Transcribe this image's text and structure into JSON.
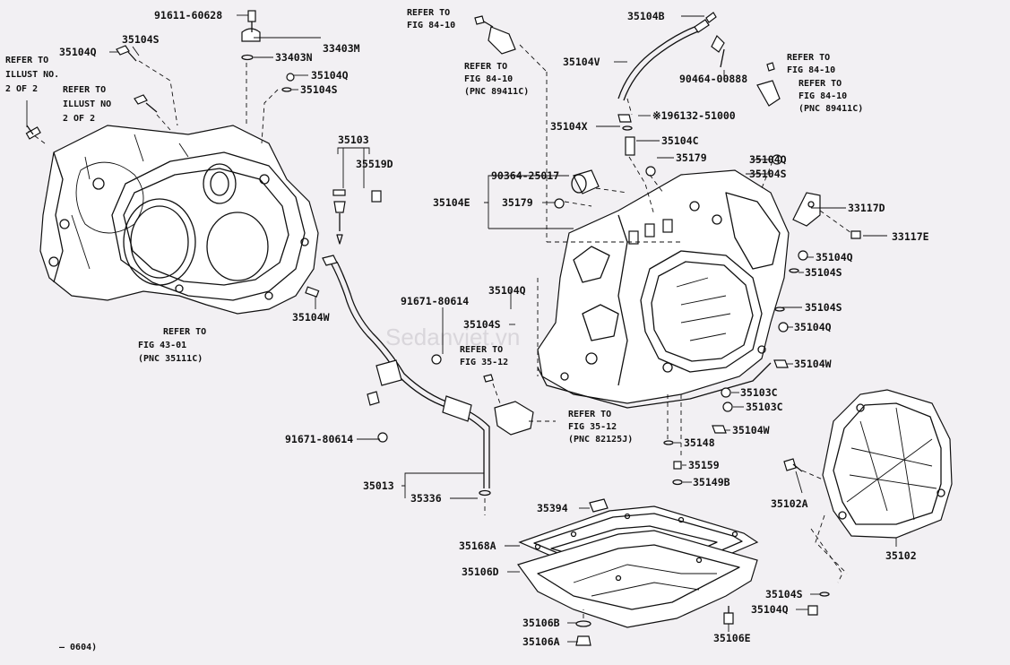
{
  "watermark": "Sedanviet.vn",
  "footer": "– 0604)",
  "labels": {
    "p91611_60628": "91611-60628",
    "p35104Q_a": "35104Q",
    "p35104S_a": "35104S",
    "p33403M": "33403M",
    "p33403N": "33403N",
    "p35104Q_b": "35104Q",
    "p35104S_b": "35104S",
    "p35103": "35103",
    "p35519D": "35519D",
    "p35104W_a": "35104W",
    "p91671_80614_a": "91671-80614",
    "p91671_80614_b": "91671-80614",
    "p35013": "35013",
    "p35336": "35336",
    "p35104V": "35104V",
    "p35104B": "35104B",
    "p90464_00888": "90464-00888",
    "p35104X": "35104X",
    "p96132": "※196132-51000",
    "p35104C": "35104C",
    "p35179_a": "35179",
    "p90364_25017": "90364-25017",
    "p35104E": "35104E",
    "p35179_b": "35179",
    "p35104Q_c": "35104Q",
    "p35104S_c": "35104S",
    "p33117D": "33117D",
    "p33117E": "33117E",
    "p35104Q_d": "35104Q",
    "p35104S_d": "35104S",
    "p35104S_e": "35104S",
    "p35104Q_e": "35104Q",
    "p35104W_b": "35104W",
    "p35103C_a": "35103C",
    "p35103C_b": "35103C",
    "p35104W_c": "35104W",
    "p35148": "35148",
    "p35159": "35159",
    "p35149B": "35149B",
    "p35102A": "35102A",
    "p35102": "35102",
    "p35104Q_f": "35104Q",
    "p35104S_f": "35104S",
    "p35104Q_g": "35104Q",
    "p35104S_g": "35104S",
    "p35394": "35394",
    "p35168A": "35168A",
    "p35106D": "35106D",
    "p35106B": "35106B",
    "p35106A": "35106A",
    "p35106E": "35106E"
  },
  "notes": {
    "illus1": [
      "REFER TO",
      "ILLUST NO.",
      "2 OF 2"
    ],
    "illus2": [
      "REFER TO",
      "ILLUST NO",
      "2 OF 2"
    ],
    "fig4301": [
      "REFER TO",
      "FIG 43-01",
      "(PNC 35111C)"
    ],
    "fig8410a": [
      "REFER TO",
      "FIG 84-10"
    ],
    "fig8410b": [
      "REFER TO",
      "FIG 84-10",
      "(PNC 89411C)"
    ],
    "fig8410c": [
      "REFER TO",
      "FIG 84-10"
    ],
    "fig8410d": [
      "REFER TO",
      "FIG 84-10",
      "(PNC 89411C)"
    ],
    "fig3512a": [
      "REFER TO",
      "FIG 35-12"
    ],
    "fig3512b": [
      "REFER TO",
      "FIG 35-12",
      "(PNC 82125J)"
    ]
  }
}
